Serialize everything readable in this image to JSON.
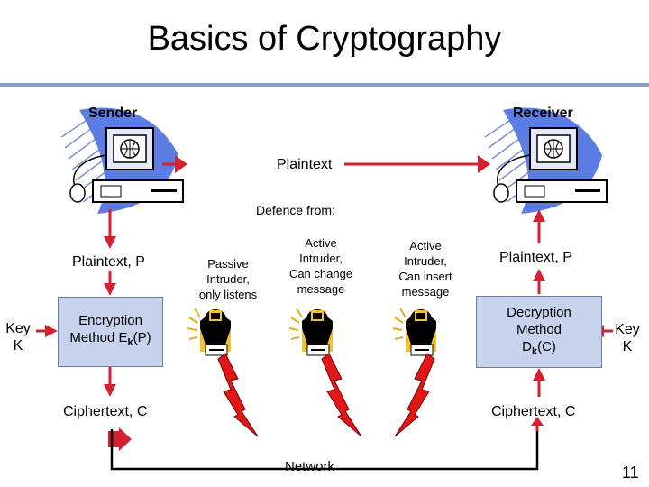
{
  "title": "Basics of Cryptography",
  "sender_label": "Sender",
  "receiver_label": "Receiver",
  "plaintext_label": "Plaintext",
  "defence_label": "Defence from:",
  "sender_plaintext": "Plaintext, P",
  "receiver_plaintext": "Plaintext, P",
  "key_left": [
    "Key",
    "K"
  ],
  "key_right": [
    "Key",
    "K"
  ],
  "encryption_box": {
    "line1": "Encryption",
    "line2_prefix": "Method E",
    "line2_sub": "k",
    "line2_suffix": "(P)"
  },
  "decryption_box": {
    "line1": "Decryption",
    "line2": "Method",
    "line3_prefix": "D",
    "line3_sub": "k",
    "line3_suffix": "(C)"
  },
  "intruders": [
    {
      "lines": [
        "Passive",
        "Intruder,",
        "only listens"
      ]
    },
    {
      "lines": [
        "Active",
        "Intruder,",
        "Can change",
        "message"
      ]
    },
    {
      "lines": [
        "Active",
        "Intruder,",
        "Can insert",
        "message"
      ]
    }
  ],
  "ciphertext_left": "Ciphertext, C",
  "ciphertext_right": "Ciphertext, C",
  "network_label": "Network",
  "page_number": "11",
  "icons": [
    "computer-icon",
    "intruder-icon",
    "lightning-icon"
  ],
  "colors": {
    "arrow": "#d42030",
    "box_fill": "#c7d2ec",
    "rule": "#8a9bc4",
    "monitor_fill": "#e3e9f6"
  }
}
